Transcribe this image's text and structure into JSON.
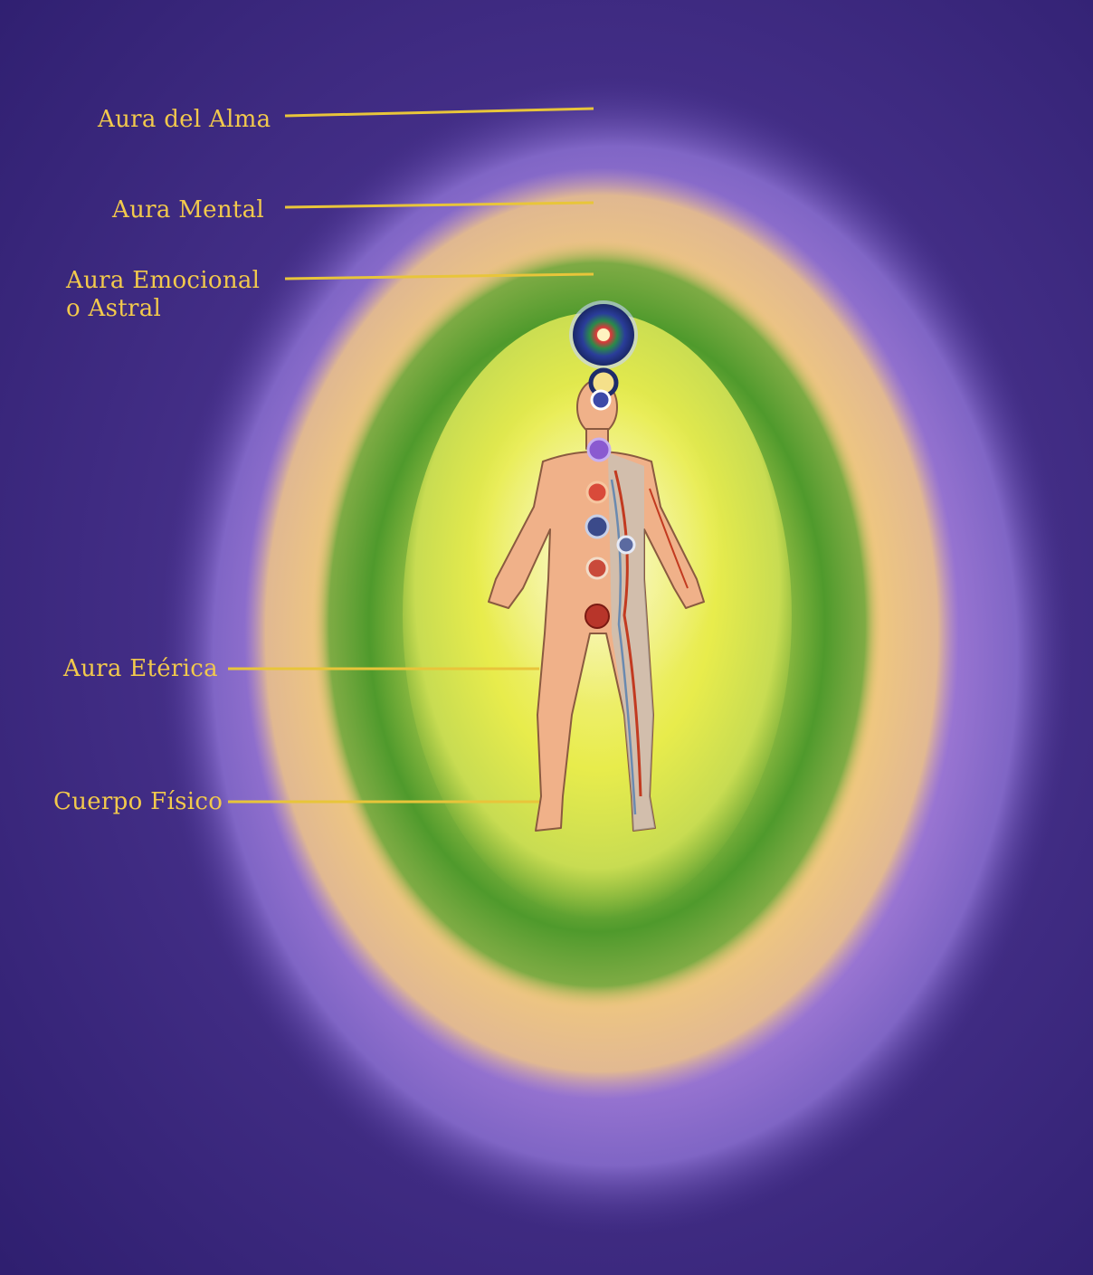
{
  "diagram": {
    "labels": {
      "soul": "Aura del Alma",
      "mental": "Aura Mental",
      "emotional_line1": "Aura Emocional",
      "emotional_line2": "o Astral",
      "etheric": "Aura Etérica",
      "physical": "Cuerpo Físico"
    },
    "colors": {
      "background": "#3f2a82",
      "soul_aura": "#9b6fcf",
      "mental_aura": "#f0c77a",
      "emotional_aura": "#5c9e2e",
      "etheric_aura": "#e6ee5a",
      "label_text": "#f2c94c",
      "leader_line": "#e8c53a",
      "skin": "#f0b189"
    }
  }
}
